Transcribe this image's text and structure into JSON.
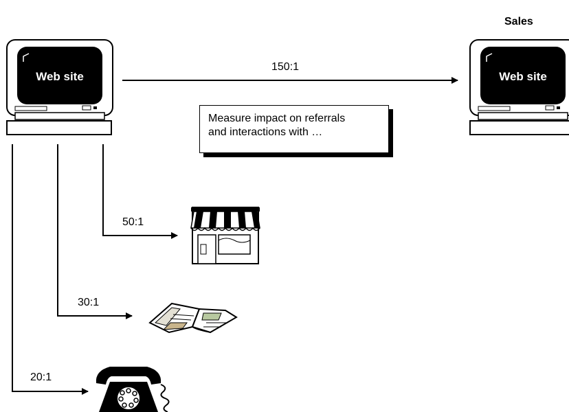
{
  "sales_label": "Sales",
  "source_computer": {
    "screen_text": "Web site"
  },
  "target_computer": {
    "screen_text": "Web site"
  },
  "ratios": {
    "sales": "150:1",
    "store": "50:1",
    "print": "30:1",
    "phone": "20:1"
  },
  "note": {
    "line1": "Measure impact on referrals",
    "line2": "and interactions with …"
  },
  "icons": [
    "computer-icon",
    "storefront-icon",
    "open-magazine-icon",
    "rotary-phone-icon"
  ],
  "colors": {
    "stroke": "#000000",
    "screen": "#000000",
    "background": "#ffffff"
  }
}
